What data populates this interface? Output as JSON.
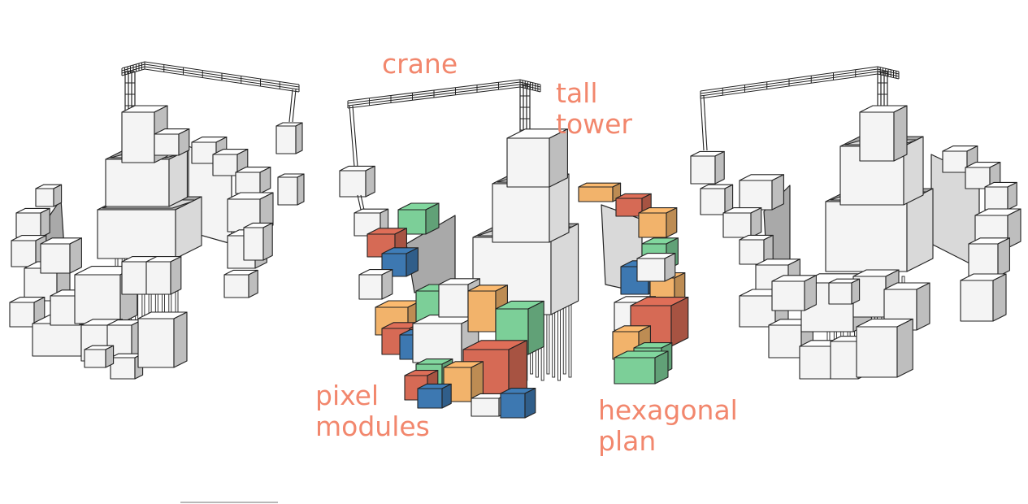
{
  "annotations": {
    "crane": "crane",
    "tall_tower": "tall\ntower",
    "pixel_modules": "pixel\nmodules",
    "hexagonal_plan": "hexagonal\nplan"
  },
  "colors": {
    "annotation": "#f2876d",
    "outline": "#222222",
    "face_light": "#f4f4f4",
    "face_mid": "#d9d9d9",
    "face_dark": "#a9a9a9",
    "module_green": "#7ccf98",
    "module_orange": "#f2b36b",
    "module_red": "#d66a55",
    "module_blue": "#3d78b1"
  }
}
